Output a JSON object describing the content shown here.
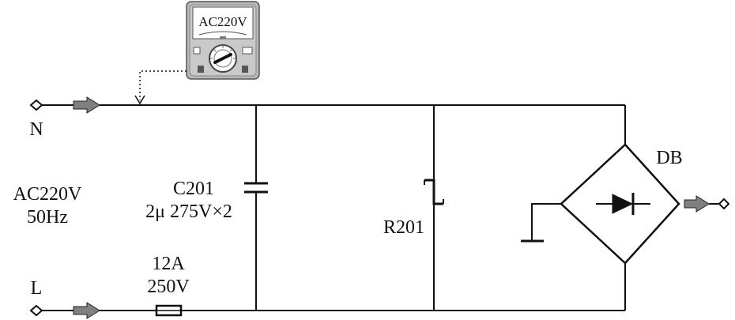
{
  "meter": {
    "label": "AC220V"
  },
  "terminals": {
    "neutral_label": "N",
    "line_label": "L"
  },
  "source": {
    "voltage": "AC220V",
    "frequency": "50Hz"
  },
  "capacitor": {
    "name": "C201",
    "spec": "2μ 275V×2"
  },
  "fuse": {
    "current": "12A",
    "voltage": "250V"
  },
  "varistor": {
    "name": "R201"
  },
  "bridge": {
    "name": "DB"
  },
  "colors": {
    "wire": "#111111",
    "arrow_fill": "#808080",
    "meter_body": "#b8b8b8"
  }
}
